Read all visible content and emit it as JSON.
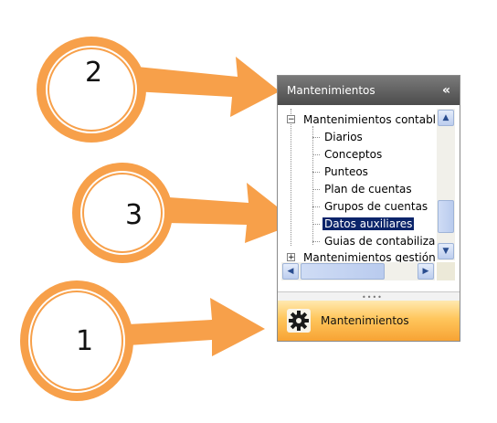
{
  "callouts": [
    {
      "number": "1"
    },
    {
      "number": "2"
    },
    {
      "number": "3"
    }
  ],
  "panel": {
    "title": "Mantenimientos",
    "collapse_label": "«",
    "tree": [
      {
        "label": "Mantenimientos contables",
        "expander": "−"
      },
      {
        "label": "Diarios"
      },
      {
        "label": "Conceptos"
      },
      {
        "label": "Punteos"
      },
      {
        "label": "Plan de cuentas"
      },
      {
        "label": "Grupos de cuentas"
      },
      {
        "label": "Datos auxiliares"
      },
      {
        "label": "Guias de contabilizacion"
      },
      {
        "label": "Mantenimientos gestión",
        "expander": "+"
      }
    ],
    "selected_item": "Datos auxiliares",
    "splitter_grip": "••••",
    "nav_button": {
      "label": "Mantenimientos",
      "icon": "gear-icon"
    }
  },
  "colors": {
    "callout": "#f7a04a",
    "panel_header": "#5a5a5a",
    "selection": "#0a246a",
    "nav_button": "#ffc65c"
  }
}
